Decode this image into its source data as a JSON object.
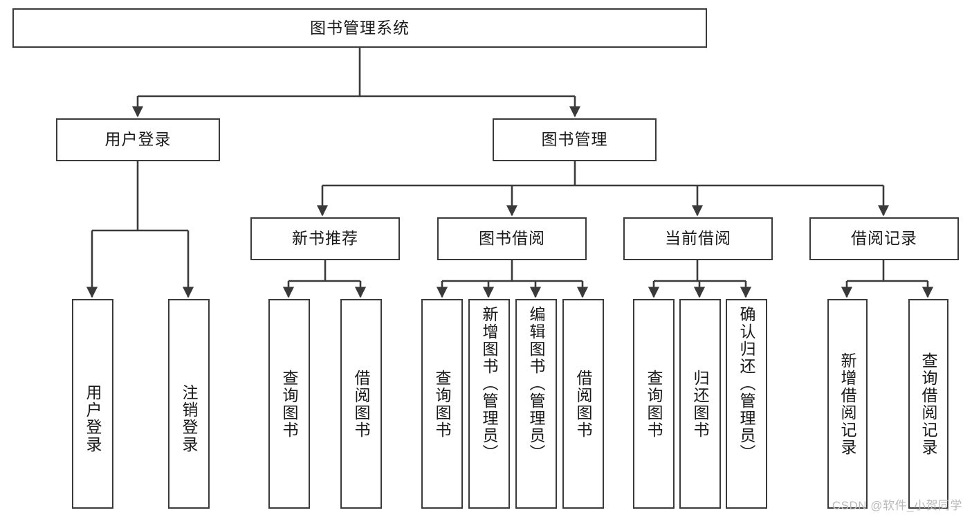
{
  "diagram": {
    "title": "图书管理系统",
    "type": "tree-hierarchy-chart",
    "colors": {
      "box_border": "#3a3a3a",
      "box_fill": "#ffffff",
      "connector": "#3a3a3a",
      "text": "#1a1a1a",
      "watermark": "#b9b9b9",
      "background": "#ffffff"
    },
    "root": {
      "id": "root",
      "label": "图书管理系统"
    },
    "level2": [
      {
        "id": "n-user-login",
        "label": "用户登录"
      },
      {
        "id": "n-book-manage",
        "label": "图书管理"
      }
    ],
    "level3": [
      {
        "id": "n-new-book-rec",
        "label": "新书推荐",
        "parent": "n-book-manage"
      },
      {
        "id": "n-book-borrow",
        "label": "图书借阅",
        "parent": "n-book-manage"
      },
      {
        "id": "n-current-borrow",
        "label": "当前借阅",
        "parent": "n-book-manage"
      },
      {
        "id": "n-borrow-record",
        "label": "借阅记录",
        "parent": "n-book-manage"
      }
    ],
    "leaves": [
      {
        "id": "lf-user-login",
        "label": "用户登录",
        "parent": "n-user-login"
      },
      {
        "id": "lf-logout-login",
        "label": "注销登录",
        "parent": "n-user-login"
      },
      {
        "id": "lf-query-book-1",
        "label": "查询图书",
        "parent": "n-new-book-rec"
      },
      {
        "id": "lf-borrow-book-1",
        "label": "借阅图书",
        "parent": "n-new-book-rec"
      },
      {
        "id": "lf-query-book-2",
        "label": "查询图书",
        "parent": "n-book-borrow"
      },
      {
        "id": "lf-add-book",
        "label": "新增图书（管理员）",
        "parent": "n-book-borrow"
      },
      {
        "id": "lf-edit-book",
        "label": "编辑图书（管理员）",
        "parent": "n-book-borrow"
      },
      {
        "id": "lf-borrow-book-2",
        "label": "借阅图书",
        "parent": "n-book-borrow"
      },
      {
        "id": "lf-query-book-3",
        "label": "查询图书",
        "parent": "n-current-borrow"
      },
      {
        "id": "lf-return-book",
        "label": "归还图书",
        "parent": "n-current-borrow"
      },
      {
        "id": "lf-confirm-return",
        "label": "确认归还（管理员）",
        "parent": "n-current-borrow"
      },
      {
        "id": "lf-add-record",
        "label": "新增借阅记录",
        "parent": "n-borrow-record"
      },
      {
        "id": "lf-query-record",
        "label": "查询借阅记录",
        "parent": "n-borrow-record"
      }
    ],
    "watermark": "CSDN @软件_小贺同学"
  }
}
